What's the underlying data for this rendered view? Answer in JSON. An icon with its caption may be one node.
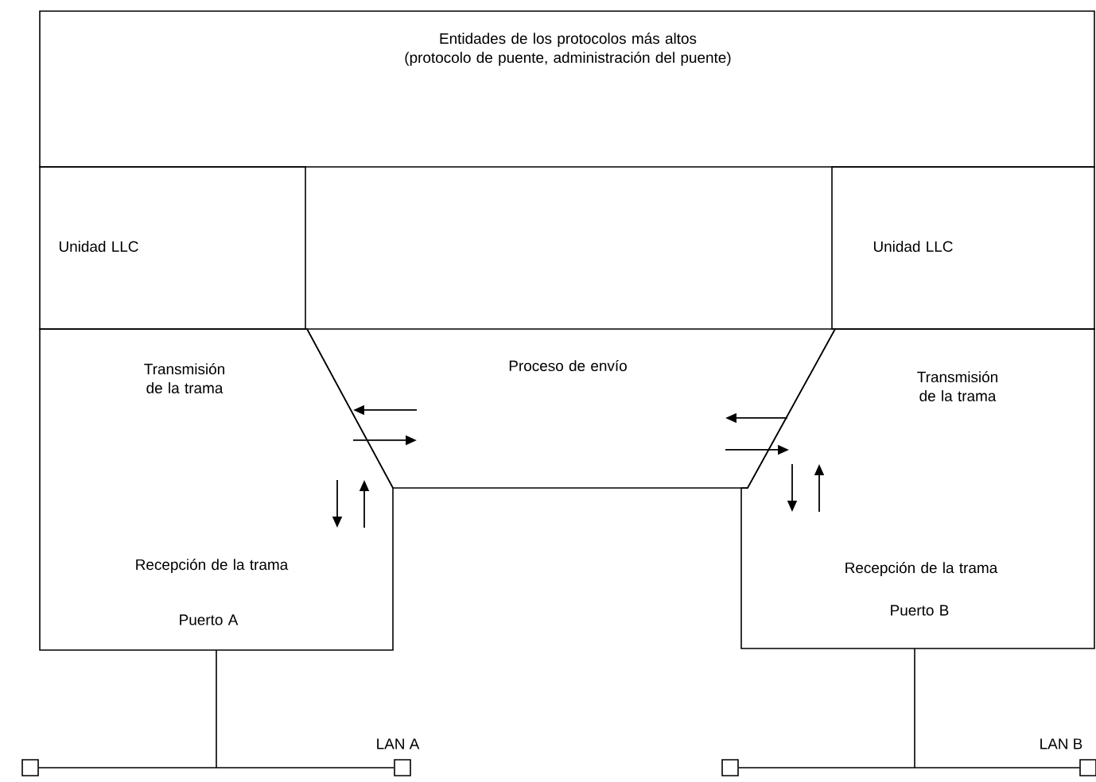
{
  "diagram": {
    "nodes": [
      {
        "text": [
          "Entidades de los protocolos más altos (protocolo de puente, administración del puente)"
        ]
      },
      {
        "text": [
          "Unidad LLC"
        ]
      },
      {
        "text": [
          "Unidad LLC"
        ]
      },
      {
        "text": [
          "Transmisión de la trama",
          "Recepción de la trama",
          "Puerto A"
        ]
      },
      {
        "text": [
          "Proceso de envío"
        ]
      },
      {
        "text": [
          "Transmisión de la trama",
          "Recepción de la trama",
          "Puerto B"
        ]
      },
      {
        "text": [],
        "shape": "box"
      },
      {
        "text": [],
        "shape": "box"
      },
      {
        "text": [],
        "shape": "box"
      },
      {
        "text": [],
        "shape": "box"
      }
    ],
    "edges": [
      {
        "from": 4,
        "to": 3,
        "arrow": "to"
      },
      {
        "from": 3,
        "to": 4,
        "arrow": "to"
      },
      {
        "from": 5,
        "to": 4,
        "arrow": "to"
      },
      {
        "from": 4,
        "to": 5,
        "arrow": "to"
      },
      {
        "from": 3,
        "to": 6,
        "arrow": "none"
      },
      {
        "from": 3,
        "to": 7,
        "arrow": "none"
      },
      {
        "from": 5,
        "to": 8,
        "arrow": "none"
      },
      {
        "from": 5,
        "to": 9,
        "arrow": "none"
      }
    ],
    "labels": [
      "LAN A",
      "LAN B"
    ]
  }
}
